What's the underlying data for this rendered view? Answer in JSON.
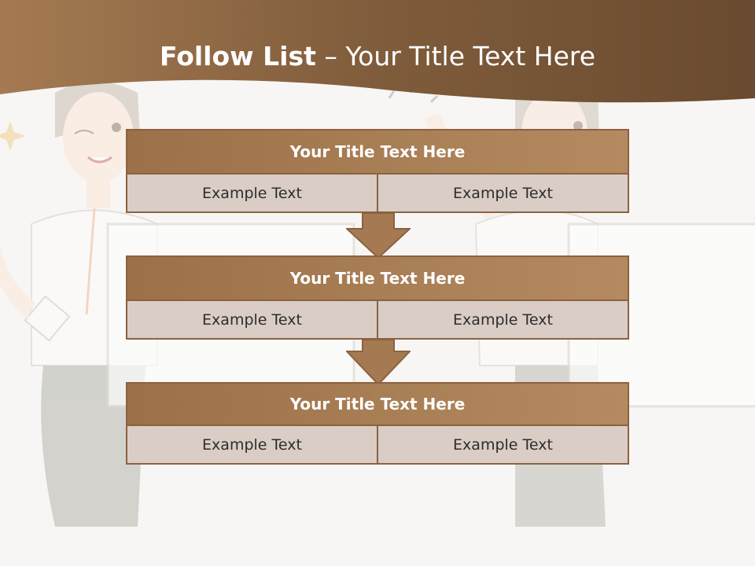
{
  "title": {
    "bold": "Follow List",
    "rest": " – Your Title Text Here"
  },
  "flow": [
    {
      "header": "Your Title Text Here",
      "cells": [
        "Example Text",
        "Example Text"
      ]
    },
    {
      "header": "Your Title Text Here",
      "cells": [
        "Example Text",
        "Example Text"
      ]
    },
    {
      "header": "Your Title Text Here",
      "cells": [
        "Example Text",
        "Example Text"
      ]
    }
  ],
  "colors": {
    "header_brown": "#a97f56",
    "cell_fill": "#d9cdc5",
    "border": "#8b6240",
    "banner": "#7a5838"
  }
}
